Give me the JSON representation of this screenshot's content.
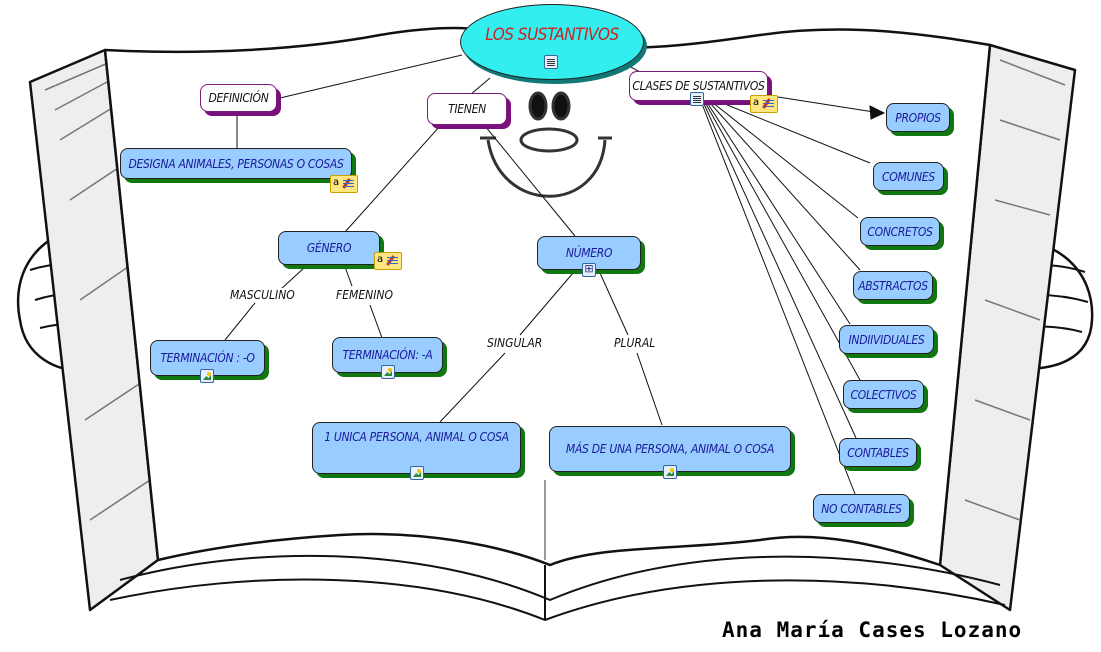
{
  "title": "LOS SUSTANTIVOS",
  "colors": {
    "root_fill": "#33eeee",
    "root_text": "#cc2222",
    "concept_fill": "#99ccff",
    "concept_text": "#1a1a99",
    "concept_shadow": "#117711",
    "linking_shadow": "#7a117a"
  },
  "nodes": {
    "root": "LOS SUSTANTIVOS",
    "definicion": "DEFINICIÓN",
    "definicion_text": "DESIGNA ANIMALES, PERSONAS O COSAS",
    "tienen": "TIENEN",
    "genero": "GÉNERO",
    "numero": "NÚMERO",
    "term_o": "TERMINACIÓN : -O",
    "term_a": "TERMINACIÓN: -A",
    "singular_text": "1 UNICA PERSONA, ANIMAL O COSA",
    "plural_text": "MÁS DE UNA PERSONA, ANIMAL O COSA",
    "clases": "CLASES DE SUSTANTIVOS"
  },
  "link_labels": {
    "masculino": "MASCULINO",
    "femenino": "FEMENINO",
    "singular": "SINGULAR",
    "plural": "PLURAL"
  },
  "clases": [
    "PROPIOS",
    "COMUNES",
    "CONCRETOS",
    "ABSTRACTOS",
    "INDIIVIDUALES",
    "COLECTIVOS",
    "CONTABLES",
    "NO CONTABLES"
  ],
  "icons": {
    "root": "document-image-icon",
    "clases": "document-image-icon",
    "numero": "concept-map-icon",
    "term_o": "image-icon",
    "term_a": "image-icon",
    "singular_text": "image-icon",
    "plural_text": "image-icon",
    "definicion_text": "annotation-note-icon",
    "genero": "annotation-note-icon",
    "clases_note": "annotation-note-icon"
  },
  "note_glyph": "a",
  "author": "Ana María Cases Lozano"
}
